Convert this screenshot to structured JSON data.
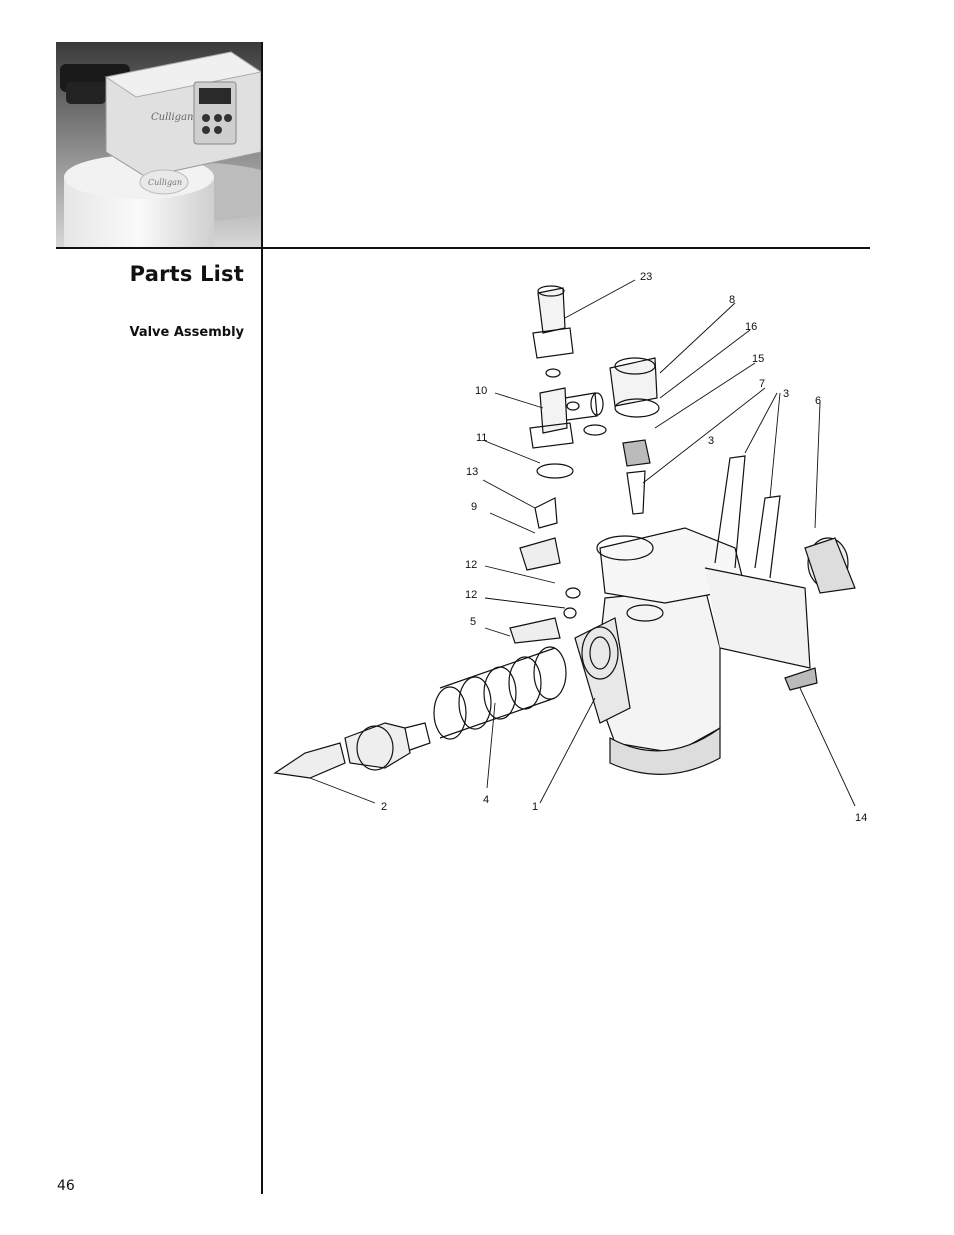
{
  "header": {
    "photo": {
      "name": "water-softener-valve-photo",
      "brand_marks": [
        "Culligan",
        "Culligan"
      ]
    }
  },
  "sidebar": {
    "title": "Parts List",
    "subtitle": "Valve Assembly"
  },
  "diagram": {
    "callouts": [
      "23",
      "8",
      "16",
      "15",
      "7",
      "3",
      "3",
      "10",
      "6",
      "11",
      "13",
      "9",
      "12",
      "12",
      "5",
      "2",
      "4",
      "1",
      "14"
    ]
  },
  "footer": {
    "page_number": "46"
  }
}
